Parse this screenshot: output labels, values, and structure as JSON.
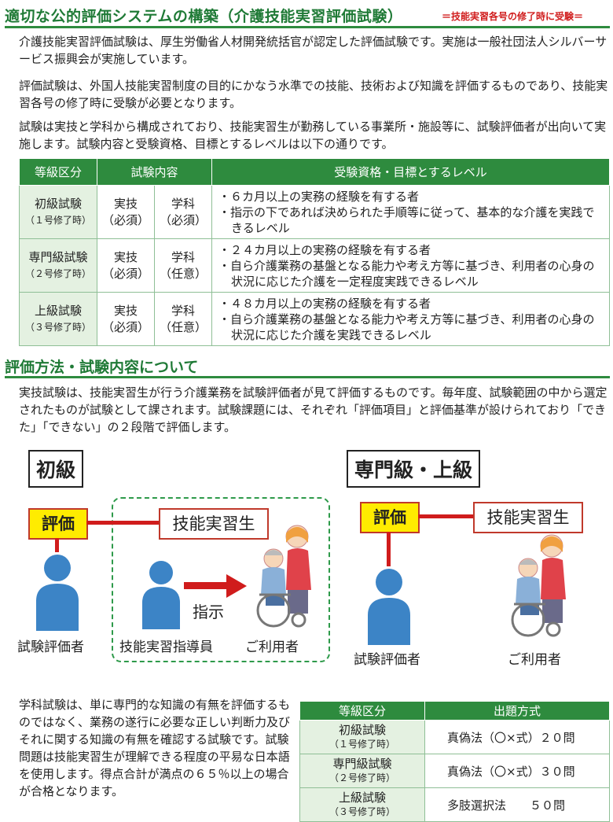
{
  "header": {
    "title": "適切な公的評価システムの構築（介護技能実習評価試験）",
    "note": "＝技能実習各号の修了時に受験＝"
  },
  "intro": [
    "介護技能実習評価試験は、厚生労働省人材開発統括官が認定した評価試験です。実施は一般社団法人シルバーサービス振興会が実施しています。",
    "評価試験は、外国人技能実習制度の目的にかなう水準での技能、技術および知識を評価するものであり、技能実習各号の修了時に受験が必要となります。",
    "試験は実技と学科から構成されており、技能実習生が勤務している事業所・施設等に、試験評価者が出向いて実施します。試験内容と受験資格、目標とするレベルは以下の通りです。"
  ],
  "table1": {
    "headers": [
      "等級区分",
      "試験内容",
      "受験資格・目標とするレベル"
    ],
    "rows": [
      {
        "level": "初級試験",
        "sub": "（１号修了時）",
        "practical": "実技",
        "practical_req": "（必須）",
        "academic": "学科",
        "academic_req": "（必須）",
        "reqs": [
          "・６カ月以上の実務の経験を有する者",
          "・指示の下であれば決められた手順等に従って、基本的な介護を実践できるレベル"
        ]
      },
      {
        "level": "専門級試験",
        "sub": "（２号修了時）",
        "practical": "実技",
        "practical_req": "（必須）",
        "academic": "学科",
        "academic_req": "（任意）",
        "reqs": [
          "・２４カ月以上の実務の経験を有する者",
          "・自ら介護業務の基盤となる能力や考え方等に基づき、利用者の心身の状況に応じた介護を一定程度実践できるレベル"
        ]
      },
      {
        "level": "上級試験",
        "sub": "（３号修了時）",
        "practical": "実技",
        "practical_req": "（必須）",
        "academic": "学科",
        "academic_req": "（任意）",
        "reqs": [
          "・４８カ月以上の実務の経験を有する者",
          "・自ら介護業務の基盤となる能力や考え方等に基づき、利用者の心身の状況に応じた介護を実践できるレベル"
        ]
      }
    ]
  },
  "section2": {
    "title": "評価方法・試験内容について",
    "practical_text": "実技試験は、技能実習生が行う介護業務を試験評価者が見て評価するものです。毎年度、試験範囲の中から選定されたものが試験として課されます。試験課題には、それぞれ「評価項目」と評価基準が設けられており「できた」「できない」の２段階で評価します。"
  },
  "diagram": {
    "left": {
      "label": "初級",
      "eval": "評価",
      "trainee": "技能実習生",
      "instruct": "指示",
      "examiner": "試験評価者",
      "instructor": "技能実習指導員",
      "user": "ご利用者"
    },
    "right": {
      "label": "専門級・上級",
      "eval": "評価",
      "trainee": "技能実習生",
      "examiner": "試験評価者",
      "user": "ご利用者"
    }
  },
  "academic_text": "学科試験は、単に専門的な知識の有無を評価するものではなく、業務の遂行に必要な正しい判断力及びそれに関する知識の有無を確認する試験です。試験問題は技能実習生が理解できる程度の平易な日本語を使用します。得点合計が満点の６５％以上の場合が合格となります。",
  "table2": {
    "headers": [
      "等級区分",
      "出題方式"
    ],
    "rows": [
      {
        "level": "初級試験",
        "sub": "（１号修了時）",
        "format": "真偽法（〇×式）２０問"
      },
      {
        "level": "専門級試験",
        "sub": "（２号修了時）",
        "format": "真偽法（〇×式）３０問"
      },
      {
        "level": "上級試験",
        "sub": "（３号修了時）",
        "format": "多肢選択法　　５０問"
      }
    ]
  },
  "colors": {
    "green": "#2e8b3e",
    "red": "#d01c1c",
    "yellow": "#ffec00",
    "person_blue": "#3c84c6"
  }
}
